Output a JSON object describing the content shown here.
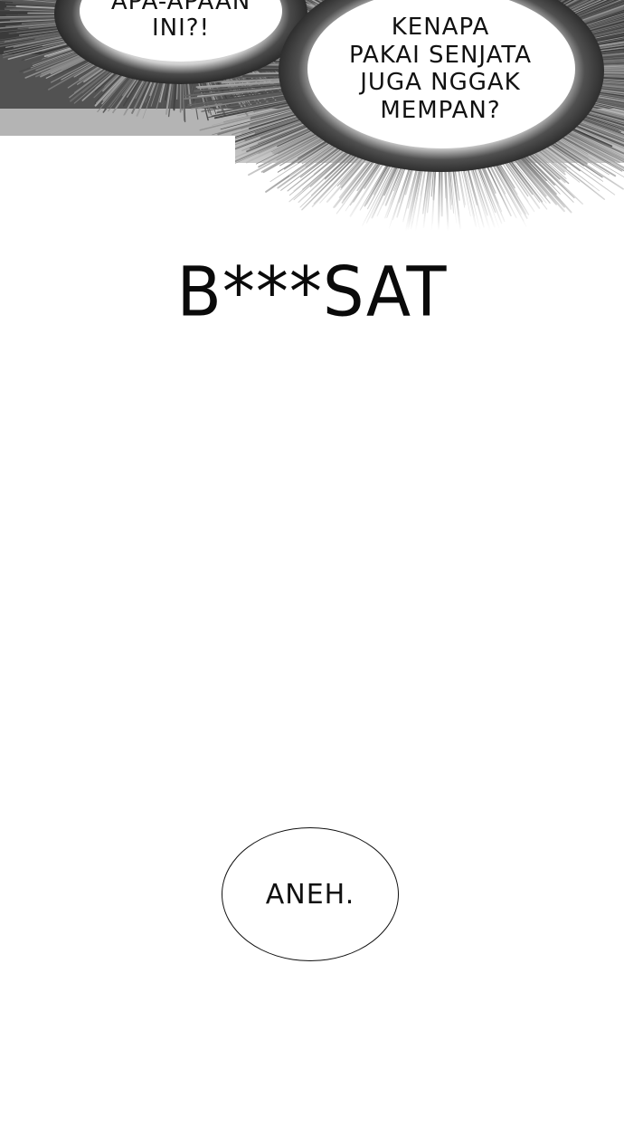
{
  "panel": {
    "bubble_left": {
      "text": "APA-APAAN\nINI?!"
    },
    "bubble_right": {
      "text": "KENAPA\nPAKAI SENJATA\nJUGA NGGAK\nMEMPAN?"
    },
    "sound_effect": {
      "text": "B***SAT"
    },
    "speech_bubble": {
      "text": "ANEH."
    }
  }
}
